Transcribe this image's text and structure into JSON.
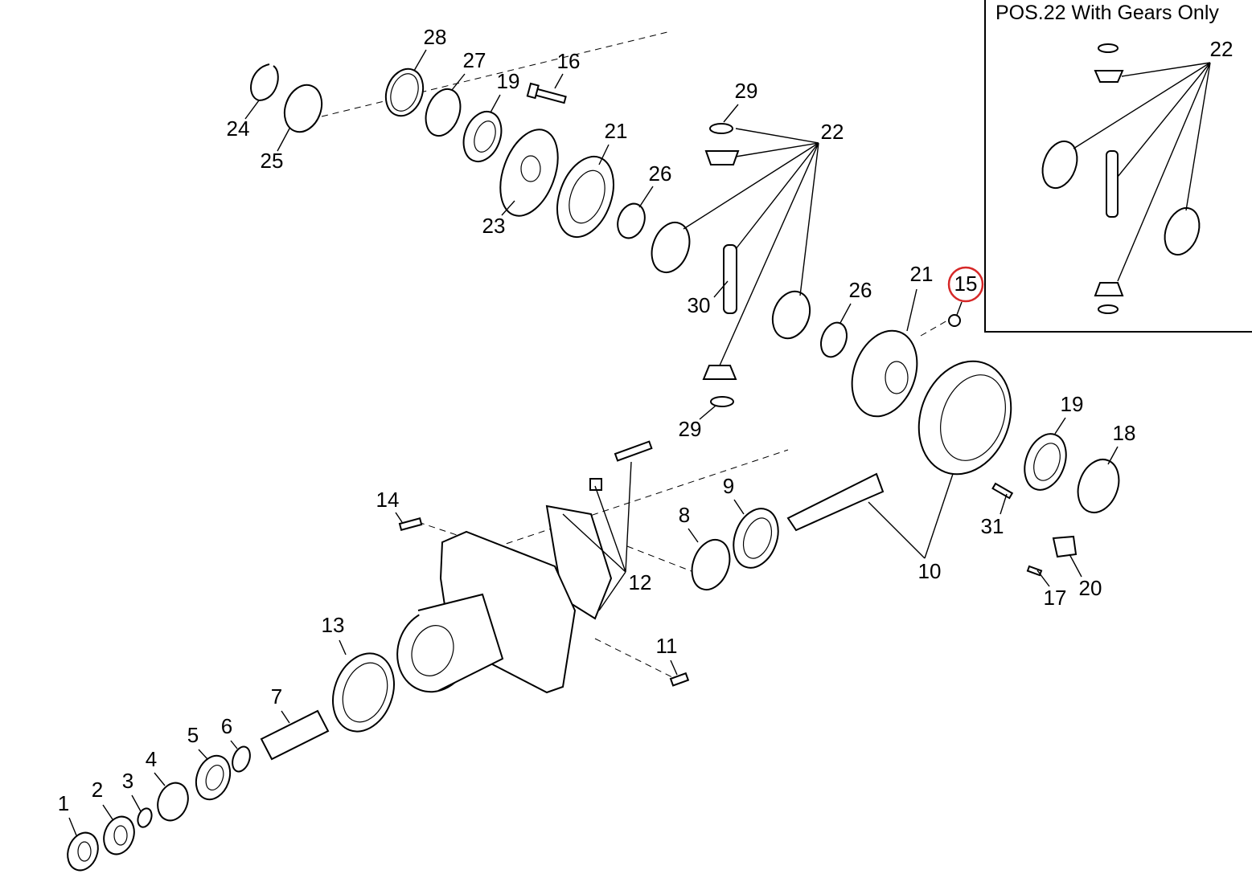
{
  "inset": {
    "title": "POS.22 With Gears Only",
    "label": "22"
  },
  "highlight_color": "#d62828",
  "highlighted_part": "15",
  "labels": [
    "28",
    "27",
    "19",
    "16",
    "24",
    "25",
    "29",
    "22",
    "21",
    "26",
    "23",
    "30",
    "21",
    "15",
    "26",
    "29",
    "19",
    "18",
    "14",
    "8",
    "9",
    "12",
    "10",
    "31",
    "17",
    "20",
    "11",
    "13",
    "7",
    "6",
    "5",
    "4",
    "3",
    "2",
    "1"
  ]
}
